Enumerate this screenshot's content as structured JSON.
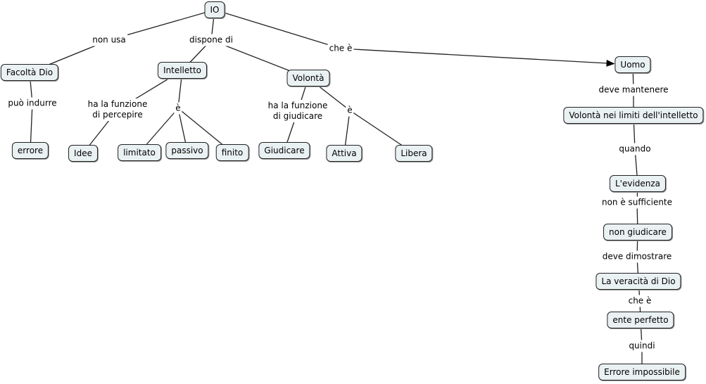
{
  "nodes": [
    {
      "id": "io",
      "text": "IO"
    },
    {
      "id": "facolta",
      "text": "Facoltà Dio"
    },
    {
      "id": "errore",
      "text": "errore"
    },
    {
      "id": "intelletto",
      "text": "Intelletto"
    },
    {
      "id": "idee",
      "text": "Idee"
    },
    {
      "id": "limitato",
      "text": "limitato"
    },
    {
      "id": "passivo",
      "text": "passivo"
    },
    {
      "id": "finito",
      "text": "finito"
    },
    {
      "id": "volonta",
      "text": "Volontà"
    },
    {
      "id": "giudicare",
      "text": "Giudicare"
    },
    {
      "id": "attiva",
      "text": "Attiva"
    },
    {
      "id": "libera",
      "text": "Libera"
    },
    {
      "id": "uomo",
      "text": "Uomo"
    },
    {
      "id": "volonta_limiti",
      "text": "Volontà nei limiti dell'intelletto"
    },
    {
      "id": "evidenza",
      "text": "L'evidenza"
    },
    {
      "id": "non_giudicare",
      "text": "non giudicare"
    },
    {
      "id": "veracita",
      "text": "La veracità di Dio"
    },
    {
      "id": "ente",
      "text": "ente perfetto"
    },
    {
      "id": "impossibile",
      "text": "Errore impossibile"
    }
  ],
  "links": [
    {
      "id": "l_nonusa",
      "text": "non usa",
      "from": "io",
      "to": [
        "facolta"
      ]
    },
    {
      "id": "l_dispone",
      "text": "dispone di",
      "from": "io",
      "to": [
        "intelletto",
        "volonta"
      ]
    },
    {
      "id": "l_cheE1",
      "text": "che è",
      "from": "io",
      "to": [
        "uomo"
      ],
      "arrow": true
    },
    {
      "id": "l_puo",
      "text": "può indurre",
      "from": "facolta",
      "to": [
        "errore"
      ]
    },
    {
      "id": "l_percepire",
      "text": "ha la funzione\ndi percepire",
      "from": "intelletto",
      "to": [
        "idee"
      ]
    },
    {
      "id": "l_e1",
      "text": "è",
      "from": "intelletto",
      "to": [
        "limitato",
        "passivo",
        "finito"
      ]
    },
    {
      "id": "l_giudicare",
      "text": "ha la funzione\ndi giudicare",
      "from": "volonta",
      "to": [
        "giudicare"
      ]
    },
    {
      "id": "l_e2",
      "text": "è",
      "from": "volonta",
      "to": [
        "attiva",
        "libera"
      ]
    },
    {
      "id": "l_mantenere",
      "text": "deve mantenere",
      "from": "uomo",
      "to": [
        "volonta_limiti"
      ]
    },
    {
      "id": "l_quando",
      "text": "quando",
      "from": "volonta_limiti",
      "to": [
        "evidenza"
      ]
    },
    {
      "id": "l_sufficiente",
      "text": "non è sufficiente",
      "from": "evidenza",
      "to": [
        "non_giudicare"
      ]
    },
    {
      "id": "l_dimostrare",
      "text": "deve dimostrare",
      "from": "non_giudicare",
      "to": [
        "veracita"
      ]
    },
    {
      "id": "l_cheE2",
      "text": "che è",
      "from": "veracita",
      "to": [
        "ente"
      ]
    },
    {
      "id": "l_quindi",
      "text": "quindi",
      "from": "ente",
      "to": [
        "impossibile"
      ]
    }
  ]
}
